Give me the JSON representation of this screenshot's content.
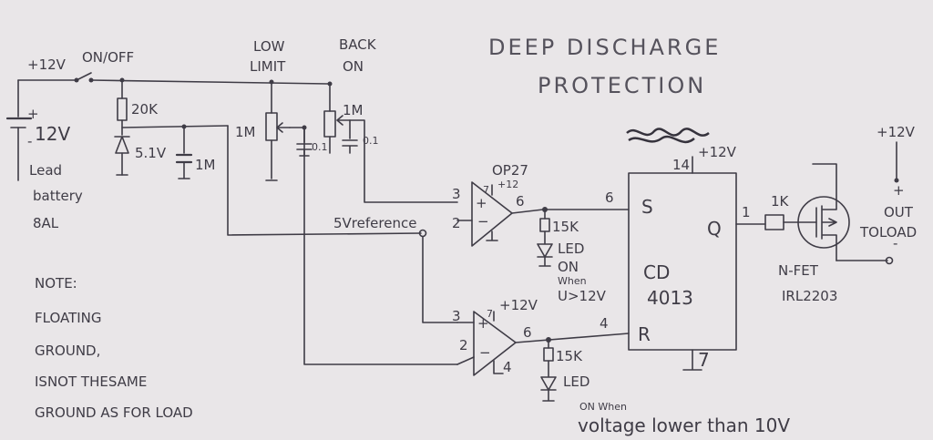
{
  "title": [
    "DEEP DISCHARGE",
    "PROTECTION"
  ],
  "battery": {
    "supply": "+12V",
    "switch": "ON/OFF",
    "voltage": "12V",
    "plus": "+",
    "minus": "-",
    "type": "Lead",
    "type2": "battery",
    "capacity": "8AL"
  },
  "reference": {
    "resistor": "20K",
    "zener": "5.1V",
    "capacitor": "1M",
    "net_label": "5Vreference"
  },
  "pots": {
    "low_label": [
      "LOW",
      "LIMIT"
    ],
    "back_label": [
      "BACK",
      "ON"
    ],
    "low_value": "1M",
    "low_cap": "0.1",
    "back_value": "1M",
    "back_cap": "0.1"
  },
  "opamp1": {
    "part": "OP27",
    "pin_plus": "3",
    "pin_minus": "2",
    "pin_out": "6",
    "pin_supply": "7",
    "supply": "+12"
  },
  "opamp2": {
    "pin_plus": "3",
    "pin_minus": "2",
    "pin_out": "6",
    "pin_supply": "7",
    "supply": "+12V",
    "pin_gnd": "4"
  },
  "led1": {
    "resistor": "15K",
    "label": "LED",
    "note": [
      "ON",
      "When",
      "U>12V"
    ]
  },
  "led2": {
    "resistor": "15K",
    "label": "LED",
    "note": [
      "ON When",
      "voltage lower than 10V"
    ]
  },
  "flipflop": {
    "name": "CD",
    "part": "4013",
    "pin_s": "S",
    "pin_r": "R",
    "pin_q": "Q",
    "s_num": "6",
    "r_num": "4",
    "q_num": "1",
    "vdd_num": "14",
    "vdd_label": "+12V",
    "gnd_num": "7"
  },
  "mosfet": {
    "gate_resistor": "1K",
    "type": "N-FET",
    "part": "IRL2203"
  },
  "output": {
    "supply": "+12V",
    "plus": "+",
    "minus": "-",
    "label": [
      "OUT",
      "TOLOAD"
    ]
  },
  "note": [
    "NOTE:",
    "FLOATING",
    "GROUND,",
    "ISNOT THESAME",
    "GROUND AS FOR LOAD"
  ]
}
